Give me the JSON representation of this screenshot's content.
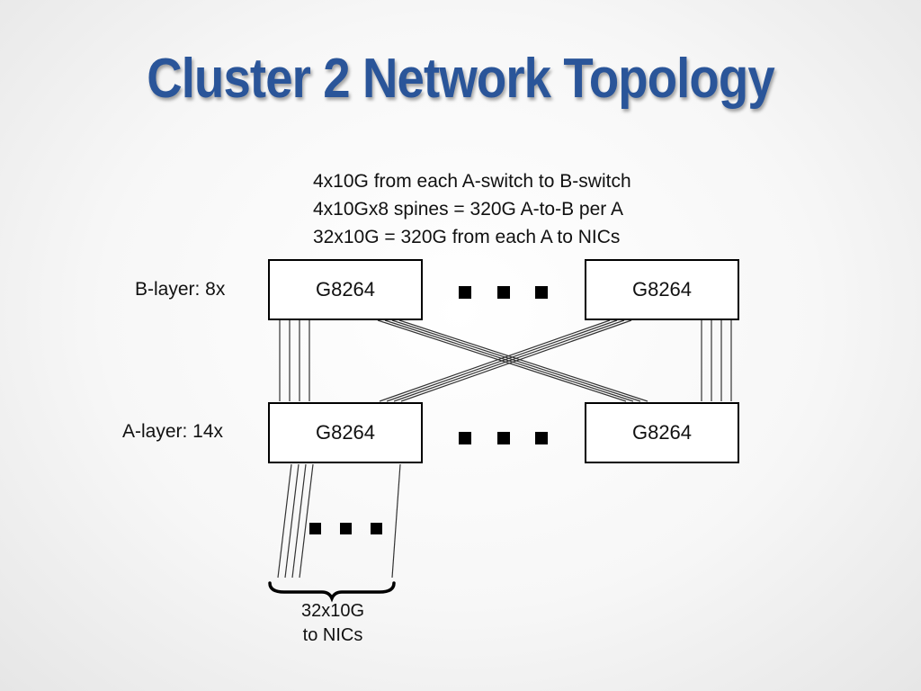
{
  "title": "Cluster 2 Network Topology",
  "notes": [
    "4x10G from each A-switch to B-switch",
    "4x10Gx8 spines = 320G A-to-B per A",
    "32x10G = 320G from each A to NICs"
  ],
  "layers": {
    "b_layer": {
      "label": "B-layer: 8x",
      "left_switch": "G8264",
      "right_switch": "G8264"
    },
    "a_layer": {
      "label": "A-layer: 14x",
      "left_switch": "G8264",
      "right_switch": "G8264"
    }
  },
  "nic_label": {
    "line1": "32x10G",
    "line2": "to NICs"
  }
}
